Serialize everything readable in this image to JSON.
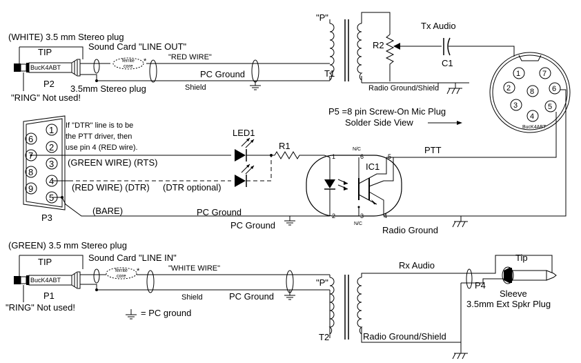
{
  "top_section": {
    "plug_title": "(WHITE) 3.5 mm Stereo plug",
    "tip": "TIP",
    "sound_card_out": "Sound Card \"LINE OUT\"",
    "red_wire": "\"RED WIRE\"",
    "ferrite_line1": "ferrite",
    "ferrite_line2": "core",
    "asterisk": "*",
    "plug_brand": "BucK4ABT",
    "p2": "P2",
    "stereo_plug": "3.5mm Stereo plug",
    "ring_not_used": "\"RING\" Not used!",
    "pc_ground": "PC Ground",
    "shield": "Shield",
    "p_label": "\"P\"",
    "t1": "T1",
    "r2": "R2",
    "tx_audio": "Tx Audio",
    "c1": "C1",
    "radio_ground_shield": "Radio Ground/Shield"
  },
  "mic_plug": {
    "caption_line1": "P5 =8 pin Screw-On Mic Plug",
    "caption_line2": "Solder Side View",
    "pins": [
      "1",
      "2",
      "3",
      "4",
      "5",
      "6",
      "7",
      "8"
    ],
    "brand": "BucK4ABT"
  },
  "middle_section": {
    "p3": "P3",
    "db9_pins": [
      "1",
      "2",
      "3",
      "4",
      "5",
      "6",
      "7",
      "8",
      "9"
    ],
    "note_line1": "If \"DTR\" line is to be",
    "note_line2": "the PTT driver, then",
    "note_line3": "use pin 4 (RED wire).",
    "green_wire_rts": "(GREEN WIRE) (RTS)",
    "red_wire_dtr": "(RED WIRE) (DTR)",
    "dtr_optional": "(DTR optional)",
    "bare": "(BARE)",
    "pc_ground_wire": "PC Ground",
    "pc_ground_symbol": "PC Ground",
    "led1": "LED1",
    "r1": "R1",
    "ic1": "IC1",
    "pin1": "1",
    "pin2": "2",
    "pin3": "3",
    "pin4": "4",
    "pin5": "5",
    "pin6": "6",
    "nc_top": "N/C",
    "nc_bottom": "N/C",
    "ptt": "PTT",
    "radio_ground": "Radio Ground"
  },
  "bottom_section": {
    "plug_title": "(GREEN) 3.5 mm Stereo plug",
    "tip": "TIP",
    "sound_card_in": "Sound Card \"LINE IN\"",
    "white_wire": "\"WHITE WIRE\"",
    "ferrite_line1": "ferrite",
    "ferrite_line2": "core",
    "asterisk": "*",
    "plug_brand": "BucK4ABT",
    "p1": "P1",
    "ring_not_used": "\"RING\" Not used!",
    "shield": "Shield",
    "pc_ground": "PC Ground",
    "p_label": "\"P\"",
    "t2": "T2",
    "rx_audio": "Rx Audio",
    "p4": "P4",
    "tip_label": "Tip",
    "sleeve": "Sleeve",
    "ext_spkr_plug": "3.5mm Ext Spkr Plug",
    "radio_ground_shield": "Radio Ground/Shield",
    "legend": "= PC ground"
  }
}
